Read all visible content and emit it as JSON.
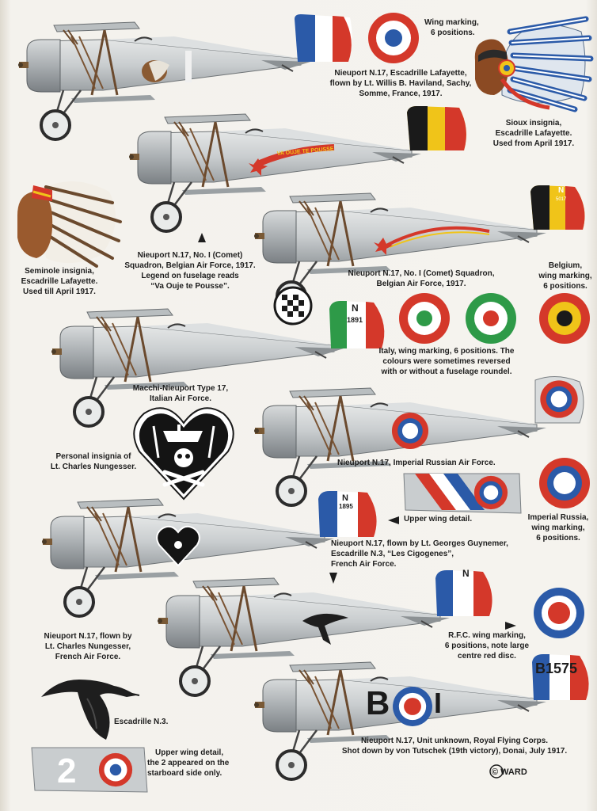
{
  "captions": {
    "wing_marking_6": [
      "Wing marking,",
      "6 positions."
    ],
    "lafayette": [
      "Nieuport N.17, Escadrille Lafayette,",
      "flown by Lt. Willis B. Haviland, Sachy,",
      "Somme, France, 1917."
    ],
    "sioux": [
      "Sioux insignia,",
      "Escadrille Lafayette.",
      "Used from April 1917."
    ],
    "seminole": [
      "Seminole insignia,",
      "Escadrille Lafayette.",
      "Used till April 1917."
    ],
    "comet_legend": [
      "Nieuport N.17, No. I (Comet)",
      "Squadron, Belgian Air Force, 1917.",
      "Legend on fuselage reads",
      "“Va Ouje te Pousse”."
    ],
    "comet": [
      "Nieuport N.17, No. I (Comet) Squadron,",
      "Belgian Air Force, 1917."
    ],
    "belgium": [
      "Belgium,",
      "wing marking,",
      "6 positions."
    ],
    "italy": [
      "Italy, wing marking, 6 positions. The",
      "colours were sometimes reversed",
      "with or without a fuselage roundel."
    ],
    "macchi": [
      "Macchi-Nieuport Type 17,",
      "Italian Air Force."
    ],
    "nungesser_insignia": [
      "Personal insignia of",
      "Lt. Charles Nungesser."
    ],
    "russian": [
      "Nieuport N.17, Imperial Russian Air Force."
    ],
    "upper_wing": [
      "Upper wing detail."
    ],
    "russia_wing": [
      "Imperial Russia,",
      "wing marking,",
      "6 positions."
    ],
    "guynemer": [
      "Nieuport N.17, flown by Lt. Georges Guynemer,",
      "Escadrille N.3, “Les Cigogenes”,",
      "French Air Force."
    ],
    "nungesser": [
      "Nieuport N.17, flown by",
      "Lt. Charles Nungesser,",
      "French Air Force."
    ],
    "rfc": [
      "R.F.C. wing marking,",
      "6 positions, note large",
      "centre red disc."
    ],
    "n3": [
      "Escadrille N.3."
    ],
    "upper_wing_2": [
      "Upper wing detail,",
      "the 2 appeared on the",
      "starboard side only."
    ],
    "rfc_plane": [
      "Nieuport N.17, Unit unknown, Royal Flying Corps.",
      "Shot down by von Tutschek (19th victory), Donai, July 1917."
    ]
  },
  "markings": {
    "legend": "VA OUJE TE POUSSE",
    "n_letter": "N",
    "serial_1891": "1891",
    "serial_1895": "1895",
    "serial_5017": "5017",
    "serial_b1575": "B1575",
    "fuselage_b": "B",
    "fuselage_i": "I",
    "wing_number": "2",
    "signature": "© WARD"
  },
  "colors": {
    "france_blue": "#2b5aa8",
    "france_red": "#d4382a",
    "belgium_black": "#1a1a1a",
    "belgium_yellow": "#f0c419",
    "italy_green": "#2e9a48",
    "silver": "#c8ccce"
  }
}
